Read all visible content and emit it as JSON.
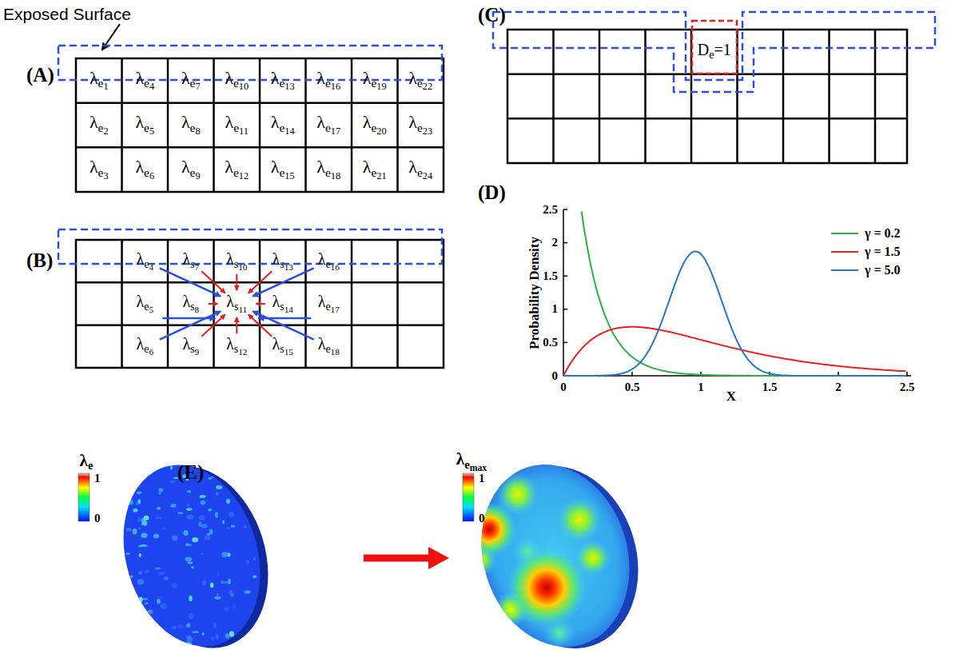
{
  "diagram": {
    "labels": [
      "Exposed Surface",
      "(A)",
      "λe1",
      "λe4",
      "λe7",
      "λe10",
      "λe13",
      "λe16",
      "λe19",
      "λe22",
      "λe2",
      "λe5",
      "λe8",
      "λe11",
      "λe14",
      "λe17",
      "λe20",
      "λe23",
      "λe3",
      "λe6",
      "λe9",
      "λe12",
      "λe15",
      "λe18",
      "λe21",
      "λe24",
      "(C)",
      "De=1",
      "(B)",
      "λe4",
      "λs7",
      "λs10",
      "λs13",
      "λe16",
      "λe5",
      "λs8",
      "λs11",
      "λs14",
      "λe17",
      "λe6",
      "λs9",
      "λs12",
      "λs15",
      "λe18",
      "(D)",
      "2.5",
      "2",
      "1.5",
      "1",
      "0.5",
      "0",
      "0",
      "0.5",
      "1",
      "1.5",
      "2",
      "2.5",
      "Probability Density",
      "X",
      "λe",
      "1",
      "0",
      "(E)",
      "λemax",
      "1",
      "0"
    ],
    "legend": [
      {
        "text": "γ = 0.2"
      },
      {
        "text": "γ = 1.5"
      },
      {
        "text": "γ = 5.0"
      }
    ]
  }
}
